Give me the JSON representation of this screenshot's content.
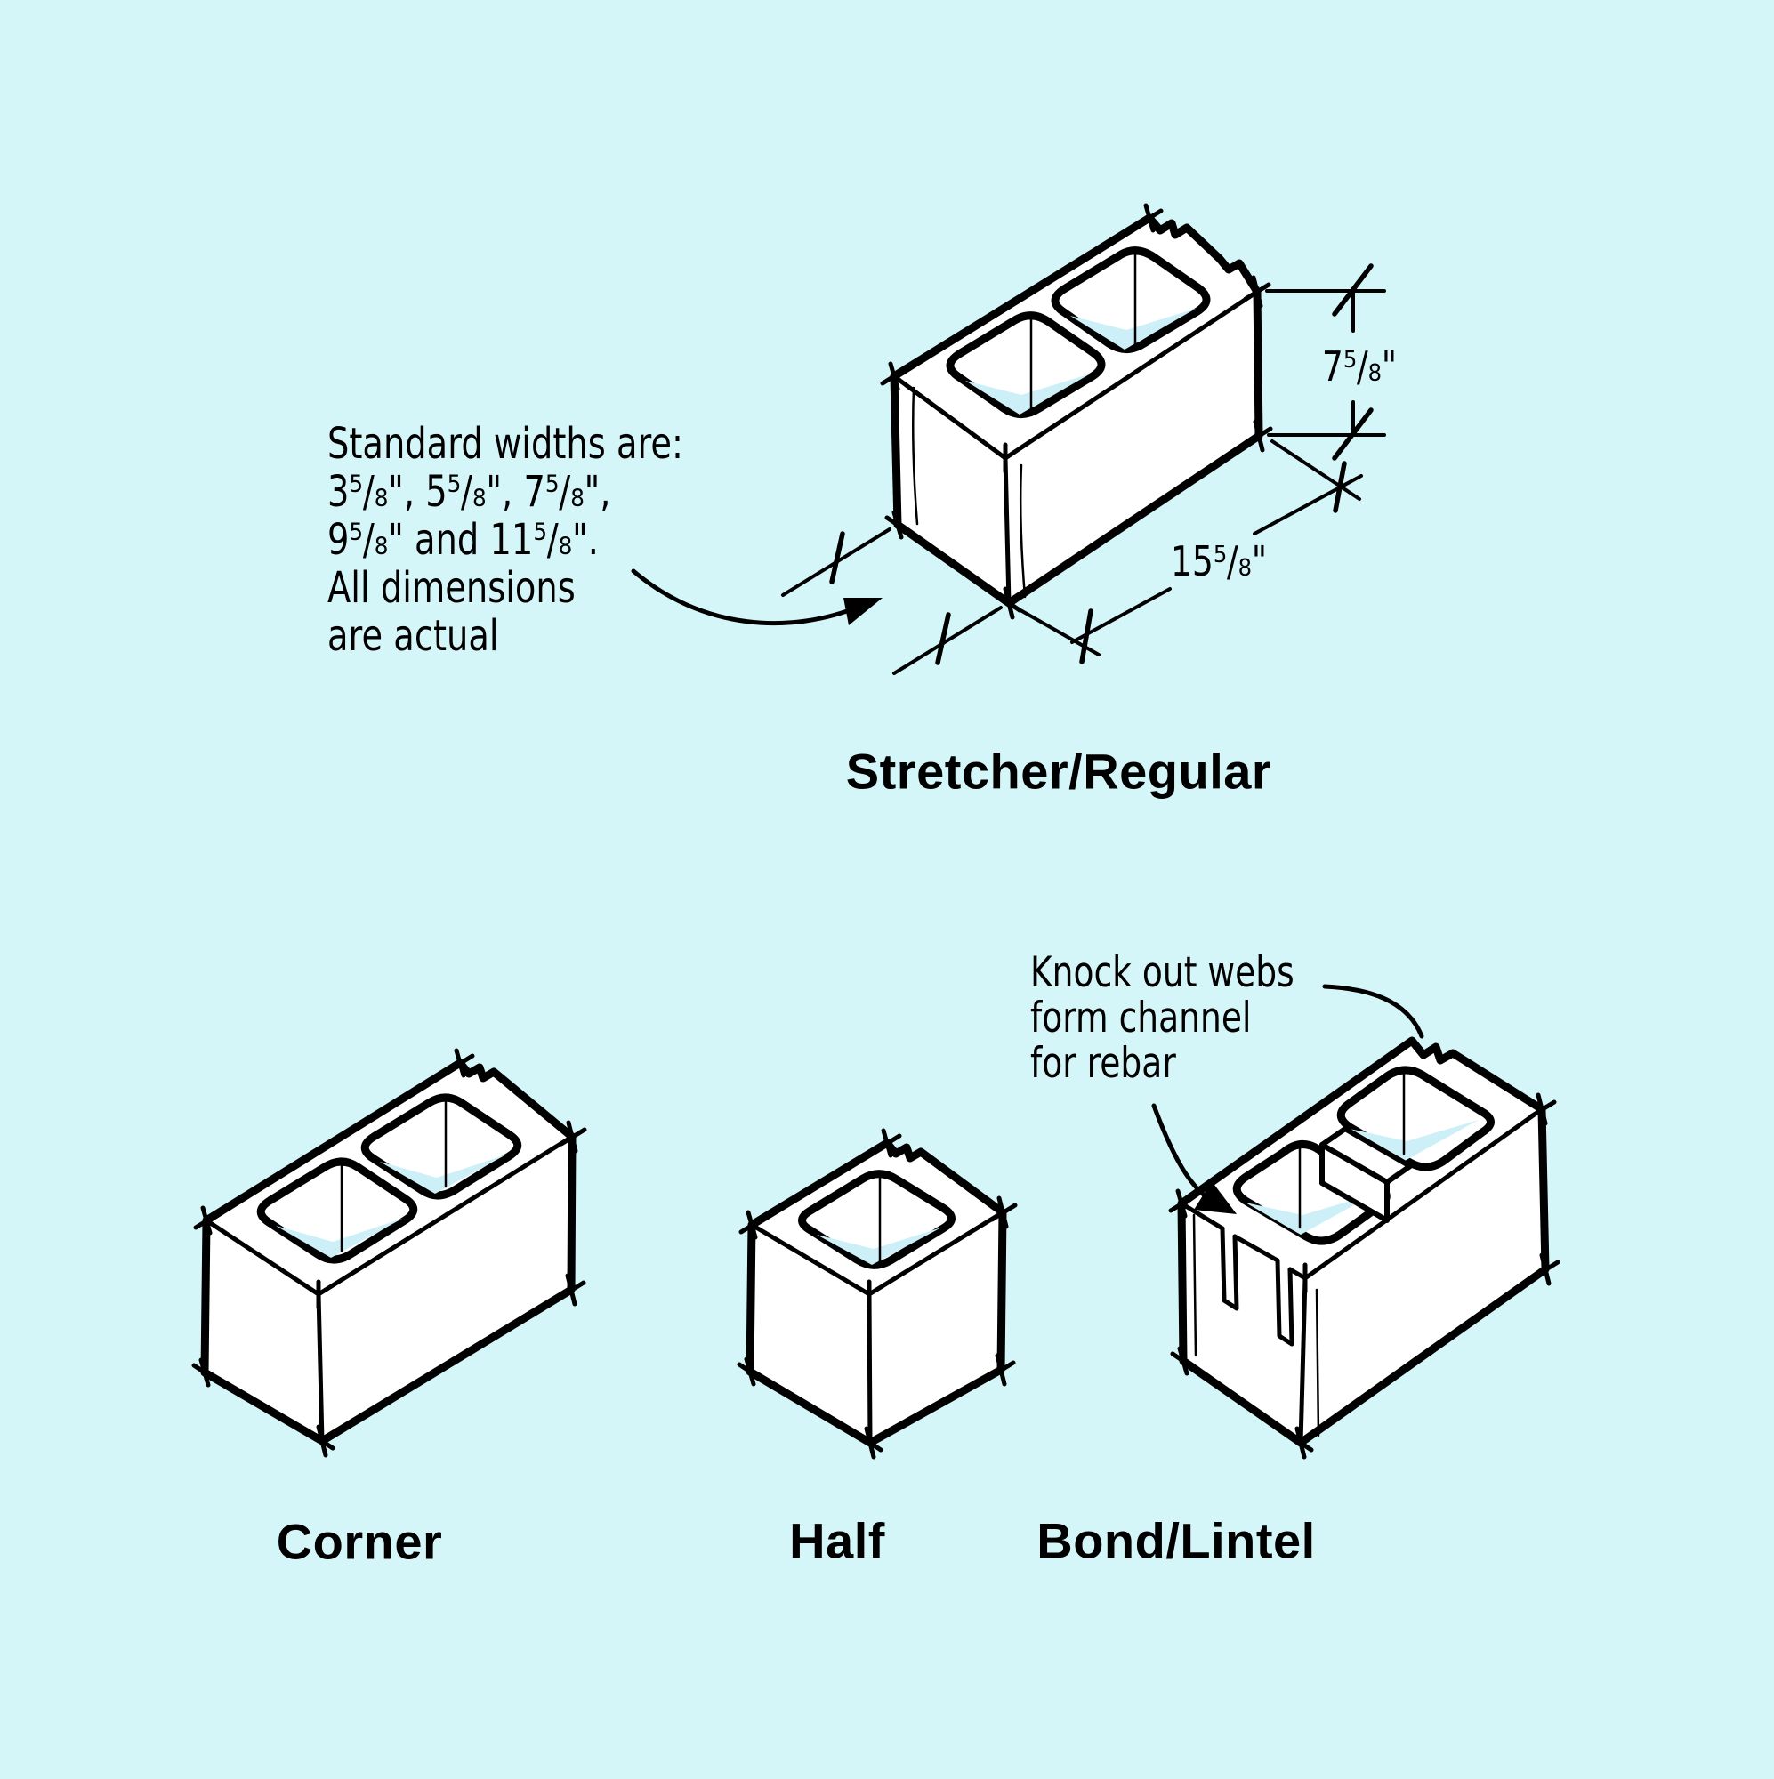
{
  "figure": {
    "description": "Concrete block types diagram",
    "colors": {
      "background": "#D5F6F8",
      "ink": "#000000",
      "block_fill": "#FFFFFF",
      "core_shading": "#CDF0F8"
    }
  },
  "widths_note": {
    "line1": "Standard widths are:",
    "line2": "3⁵/₈\", 5⁵/₈\", 7⁵/₈\",",
    "line3": "9⁵/₈\" and 11⁵/₈\".",
    "line4": "All dimensions",
    "line5": "are actual"
  },
  "stretcher": {
    "label": "Stretcher/Regular",
    "height_dim": "7⁵/₈\"",
    "length_dim": "15⁵/₈\""
  },
  "knockout_note": {
    "line1": "Knock out webs",
    "line2": "form channel",
    "line3": "for rebar"
  },
  "labels": {
    "corner": "Corner",
    "half": "Half",
    "bond_lintel": "Bond/Lintel"
  }
}
